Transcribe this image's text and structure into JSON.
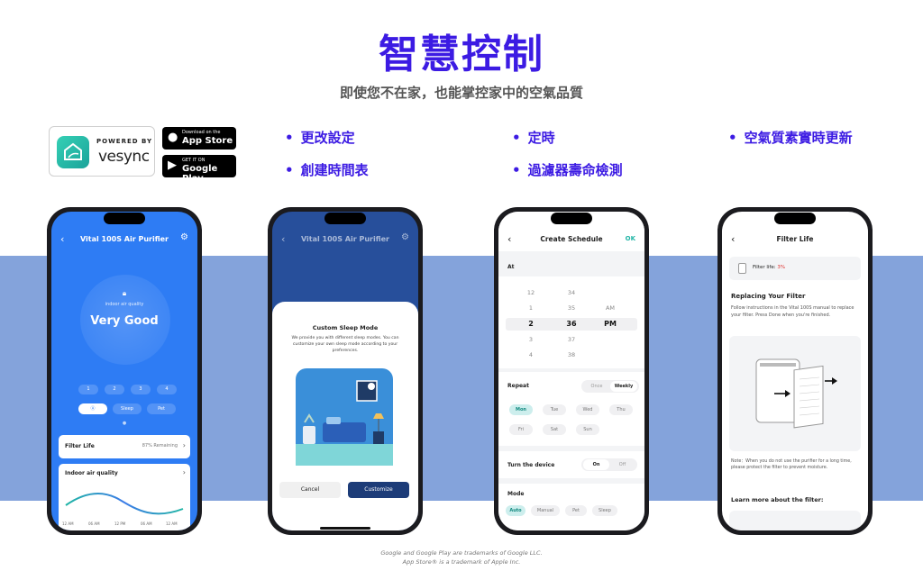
{
  "header": {
    "title": "智慧控制",
    "subtitle": "即使您不在家，也能掌控家中的空氣品質"
  },
  "branding": {
    "powered_by": "POWERED BY",
    "vesync_name": "vesync",
    "app_store": {
      "small": "Download on the",
      "big": "App Store"
    },
    "google_play": {
      "small": "GET IT ON",
      "big": "Google Play"
    }
  },
  "features": [
    "更改設定",
    "創建時間表",
    "定時",
    "過濾器壽命檢測",
    "空氣質素實時更新"
  ],
  "phone1": {
    "title": "Vital 100S Air Purifier",
    "indoor_label": "indoor air quality",
    "quality": "Very Good",
    "speeds": [
      "1",
      "2",
      "3",
      "4"
    ],
    "modes": [
      "Auto",
      "Sleep",
      "Pet"
    ],
    "filter_life_label": "Filter Life",
    "filter_life_value": "87% Remaining",
    "iaq_card_label": "Indoor air quality",
    "time_labels": [
      "12 AM",
      "06 AM",
      "12 PM",
      "06 AM",
      "12 AM"
    ]
  },
  "phone2": {
    "title": "Vital 100S Air Purifier",
    "sheet_title": "Custom Sleep Mode",
    "sheet_desc": "We provide you with different sleep modes. You can customize your own sleep mode according to your preferences.",
    "cancel": "Cancel",
    "customize": "Customize"
  },
  "phone3": {
    "title": "Create Schedule",
    "ok": "OK",
    "at_label": "At",
    "hours": [
      "12",
      "1",
      "2",
      "3",
      "4"
    ],
    "minutes": [
      "34",
      "35",
      "36",
      "37",
      "38"
    ],
    "ampm": [
      "AM",
      "PM"
    ],
    "repeat_label": "Repeat",
    "repeat_options": [
      "Once",
      "Weekly"
    ],
    "days": [
      "Mon",
      "Tue",
      "Wed",
      "Thu",
      "Fri",
      "Sat",
      "Sun"
    ],
    "turn_label": "Turn the device",
    "turn_options": [
      "On",
      "Off"
    ],
    "mode_label": "Mode",
    "modes": [
      "Auto",
      "Manual",
      "Pet",
      "Sleep"
    ]
  },
  "phone4": {
    "title": "Filter Life",
    "filter_label": "Filter life:",
    "filter_value": "3%",
    "replace_title": "Replacing Your Filter",
    "replace_desc": "Follow instructions in the Vital 100S manual to replace your filter. Press Done when you're finished.",
    "note": "Note：When you do not use the purifier for a long time, please protect the filter to prevent moisture.",
    "learn_more": "Learn more about the filter:"
  },
  "footer": {
    "line1": "Google and Google Play are trademarks of Google LLC.",
    "line2": "App Store® is a trademark of Apple Inc."
  },
  "colors": {
    "accent": "#3c1be3",
    "band": "#84a3db",
    "app_blue": "#2e7cf4",
    "teal": "#22b5a6"
  }
}
